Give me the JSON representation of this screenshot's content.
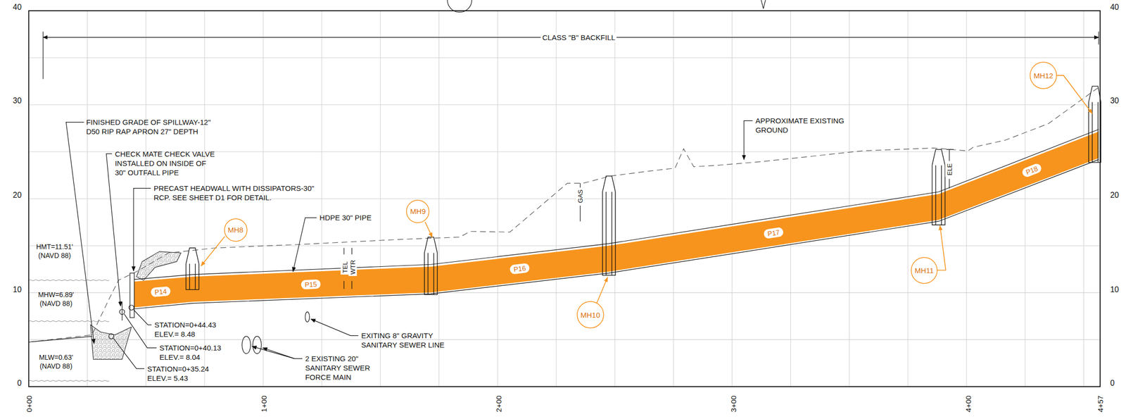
{
  "diagram": {
    "nodes": [
      {
        "text": [
          "MH8"
        ]
      },
      {
        "text": [
          "P14"
        ]
      },
      {
        "text": [
          "P15"
        ]
      },
      {
        "text": [
          "MH9"
        ]
      },
      {
        "text": [
          "P16"
        ]
      },
      {
        "text": [
          "MH10"
        ]
      },
      {
        "text": [
          "P17"
        ]
      },
      {
        "text": [
          "MH11"
        ]
      },
      {
        "text": [
          "P18"
        ]
      },
      {
        "text": [
          "MH12"
        ]
      }
    ],
    "labels": [
      "CLASS \"B\" BACKFILL",
      "40",
      "30",
      "20",
      "10",
      "0",
      "40",
      "30",
      "20",
      "10",
      "0",
      "0+00",
      "1+00",
      "2+00",
      "3+00",
      "4+00",
      "4+57",
      "FINISHED GRADE OF SPILLWAY-12\" D50 RIP RAP APRON 27\" DEPTH",
      "CHECK MATE CHECK VALVE INSTALLED ON INSIDE OF 30\" OUTFALL PIPE",
      "PRECAST HEADWALL WITH DISSIPATORS-30\" RCP. SEE SHEET D1 FOR DETAIL.",
      "HDPE 30\" PIPE",
      "APPROXIMATE EXISTING GROUND",
      "HMT=11.51' (NAVD 88)",
      "MHW=6.89' (NAVD 88)",
      "MLW=0.63' (NAVD 88)",
      "STATION=0+44.43 ELEV.= 8.48",
      "STATION=0+40.13 ELEV.= 8.04",
      "STATION=0+35.24 ELEV.= 5.43",
      "EXITING 8\" GRAVITY SANITARY SEWER LINE",
      "2 EXISTING 20\" SANITARY SEWER FORCE MAIN",
      "TEL",
      "WTR",
      "GAS",
      "ELE"
    ]
  }
}
